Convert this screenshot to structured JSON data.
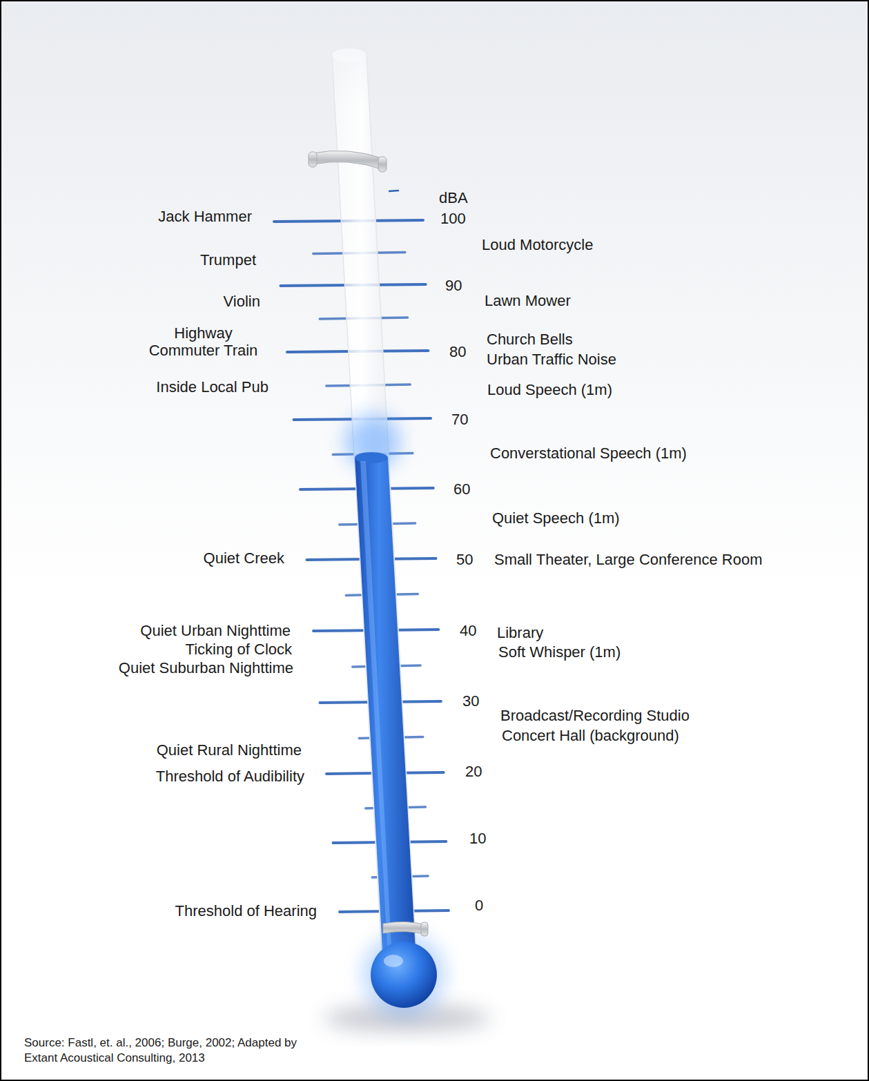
{
  "diagram": {
    "caption": "Source: Fastl, et. al., 2006; Burge, 2002; Adapted by Extant Acoustical Consulting, 2013",
    "labels": [
      "dBA",
      "Jack Hammer",
      "100",
      "Loud Motorcycle",
      "Trumpet",
      "90",
      "Violin",
      "Lawn Mower",
      "Highway Commuter Train",
      "80",
      "Church Bells",
      "Urban Traffic Noise",
      "Inside Local Pub",
      "Loud Speech (1m)",
      "70",
      "Converstational Speech (1m)",
      "60",
      "Quiet Speech (1m)",
      "Quiet Creek",
      "50",
      "Small Theater, Large Conference Room",
      "Quiet Urban Nighttime",
      "40",
      "Library",
      "Ticking of Clock",
      "Soft Whisper (1m)",
      "Quiet Suburban Nighttime",
      "30",
      "Broadcast/Recording Studio",
      "Concert Hall (background)",
      "Quiet Rural Nighttime",
      "Threshold of Audibility",
      "20",
      "10",
      "Threshold of Hearing",
      "0"
    ]
  }
}
